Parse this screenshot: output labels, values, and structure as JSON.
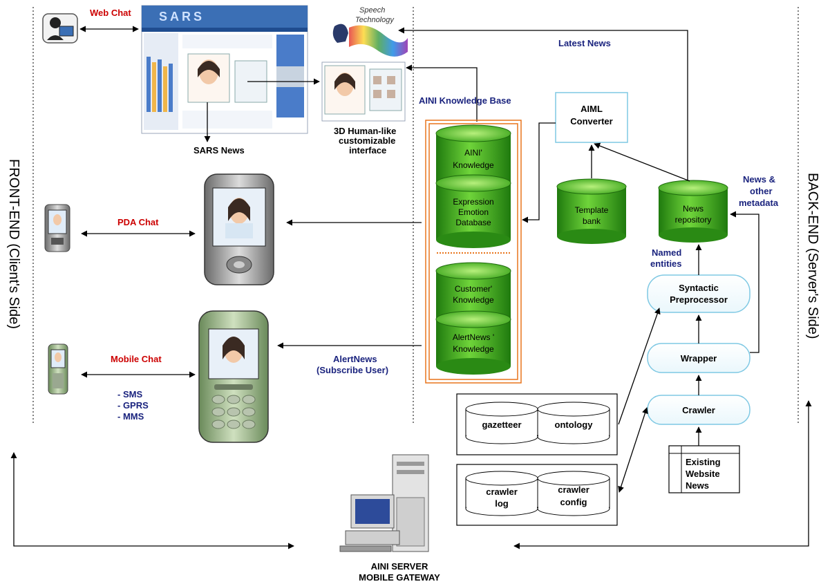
{
  "side_labels": {
    "front_end": "FRONT-END (Client's Side)",
    "back_end": "BACK-END (Server's Side)"
  },
  "channels": {
    "web_chat": "Web Chat",
    "pda_chat": "PDA Chat",
    "mobile_chat": "Mobile Chat",
    "mobile_options": [
      "- SMS",
      "- GPRS",
      "- MMS"
    ]
  },
  "web": {
    "sars_logo": "SARS",
    "sars_news": "SARS News",
    "speech_tech": [
      "Speech",
      "Technology"
    ],
    "interface_label": [
      "3D Human-like",
      "customizable",
      "interface"
    ]
  },
  "labels": {
    "latest_news": "Latest News",
    "aini_kb": "AINI Knowledge Base",
    "alert_news": [
      "AlertNews",
      "(Subscribe User)"
    ],
    "news_metadata": [
      "News &",
      "other",
      "metadata"
    ],
    "named_entities": [
      "Named",
      "entities"
    ]
  },
  "knowledge_base": [
    [
      "AINI'",
      "Knowledge"
    ],
    [
      "Expression",
      "Emotion",
      "Database"
    ],
    [
      "Customer'",
      "Knowledge"
    ],
    [
      "AlertNews '",
      "Knowledge"
    ]
  ],
  "backend": {
    "aiml_converter": [
      "AIML",
      "Converter"
    ],
    "template_bank": [
      "Template",
      "bank"
    ],
    "news_repository": [
      "News",
      "repository"
    ],
    "syntactic": [
      "Syntactic",
      "Preprocessor"
    ],
    "wrapper": "Wrapper",
    "crawler": "Crawler",
    "existing_website": [
      "Existing",
      "Website",
      "News"
    ],
    "gazetteer": "gazetteer",
    "ontology": "ontology",
    "crawler_log": [
      "crawler",
      "log"
    ],
    "crawler_config": [
      "crawler",
      "config"
    ]
  },
  "server": [
    "AINI SERVER",
    "MOBILE GATEWAY"
  ],
  "colors": {
    "red_label": "#cc0000",
    "blue_label": "#1a237e",
    "db_green": "#3aaa1a",
    "kb_border": "#e8731a",
    "process_border": "#7ec8e3"
  }
}
